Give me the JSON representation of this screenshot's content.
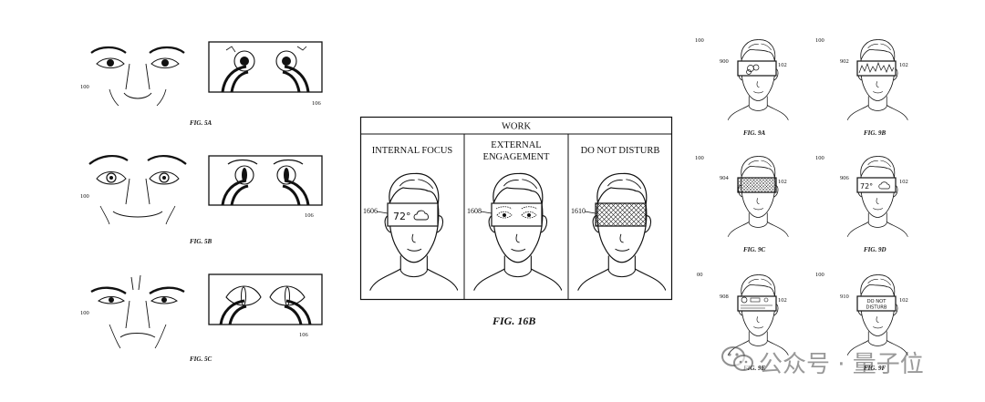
{
  "fig5": {
    "ref_user": "100",
    "ref_display": "106",
    "captions": [
      "FIG. 5A",
      "FIG. 5B",
      "FIG. 5C"
    ]
  },
  "fig16b": {
    "header": "WORK",
    "panels": [
      {
        "title_lines": [
          "INTERNAL FOCUS"
        ],
        "ref": "1606",
        "temp": "72°"
      },
      {
        "title_lines": [
          "EXTERNAL",
          "ENGAGEMENT"
        ],
        "ref": "1608"
      },
      {
        "title_lines": [
          "DO NOT DISTURB"
        ],
        "ref": "1610"
      }
    ],
    "caption": "FIG. 16B"
  },
  "fig9": {
    "ref_user": "100",
    "ref_hmd": "102",
    "items": [
      {
        "caption": "FIG. 9A",
        "ref": "900",
        "user_ref": "100"
      },
      {
        "caption": "FIG. 9B",
        "ref": "902",
        "user_ref": "100"
      },
      {
        "caption": "FIG. 9C",
        "ref": "904",
        "user_ref": "100"
      },
      {
        "caption": "FIG. 9D",
        "ref": "906",
        "user_ref": "100",
        "temp": "72°"
      },
      {
        "caption": "FIG. 9E",
        "ref": "908",
        "user_ref": "00"
      },
      {
        "caption": "FIG. 9F",
        "ref": "910",
        "user_ref": "100",
        "label_lines": [
          "DO NOT",
          "DISTURB"
        ]
      }
    ]
  },
  "watermark": {
    "text": "公众号 · 量子位",
    "icon": "wechat-icon"
  }
}
